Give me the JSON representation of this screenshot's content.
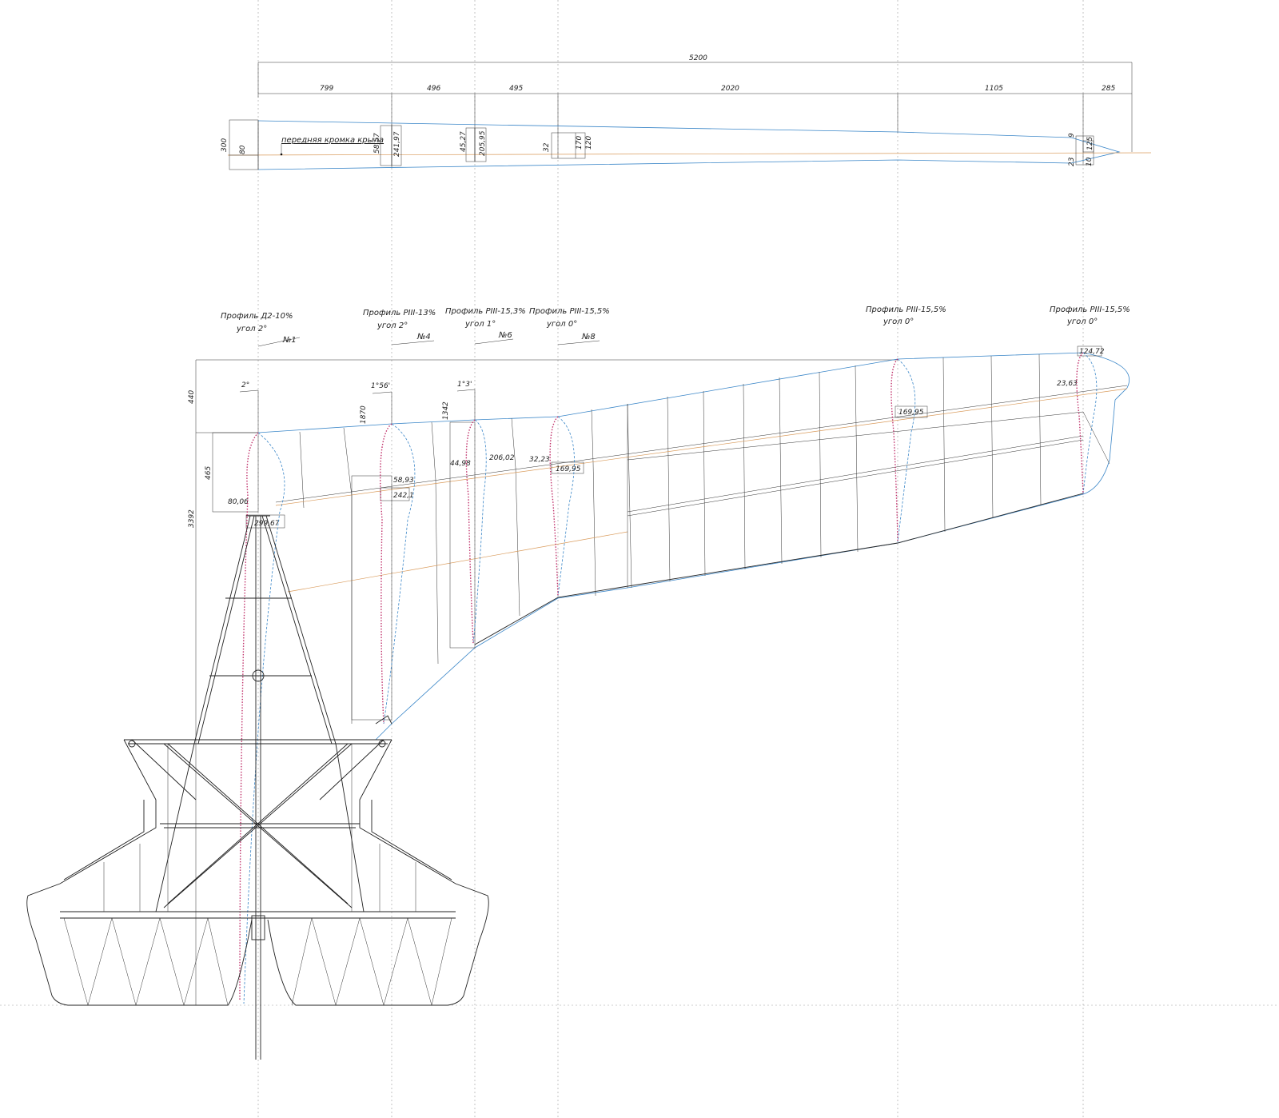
{
  "top_view": {
    "total_span": "5200",
    "segments": [
      "799",
      "496",
      "495",
      "2020",
      "1105",
      "285"
    ],
    "left_dims": [
      "300",
      "80"
    ],
    "root_dims": [
      "58,57",
      "241,97"
    ],
    "mid_dims": [
      "45,27",
      "205,95"
    ],
    "sec8_dims": [
      "32",
      "170",
      "120"
    ],
    "tip_dims": [
      "9",
      "23",
      "10",
      "125"
    ],
    "leading_edge_label": "передняя кромка крыла"
  },
  "profiles": [
    {
      "name": "Профиль Д2-10%",
      "angle": "угол 2°",
      "number": "№1"
    },
    {
      "name": "Профиль РIII-13%",
      "angle": "угол 2°",
      "number": "№4"
    },
    {
      "name": "Профиль РIII-15,3%",
      "angle": "угол 1°",
      "number": "№6"
    },
    {
      "name": "Профиль РIII-15,5%",
      "angle": "угол 0°",
      "number": "№8"
    },
    {
      "name": "Профиль РIII-15,5%",
      "angle": "угол 0°",
      "number": ""
    },
    {
      "name": "Профиль РIII-15,5%",
      "angle": "угол 0°",
      "number": ""
    }
  ],
  "plan_dims": {
    "d440": "440",
    "d3392": "3392",
    "d465": "465",
    "d8006": "80,06",
    "d29967": "299,67",
    "a2": "2°",
    "a156": "1°56'",
    "a13": "1°3'",
    "d1870": "1870",
    "d1342": "1342",
    "d5893": "58,93",
    "d2421": "242,1",
    "d4498": "44,98",
    "d20602": "206,02",
    "d3223": "32,23",
    "d16995a": "169,95",
    "d16995b": "169,95",
    "d12472": "124,72",
    "d2363": "23,63"
  }
}
